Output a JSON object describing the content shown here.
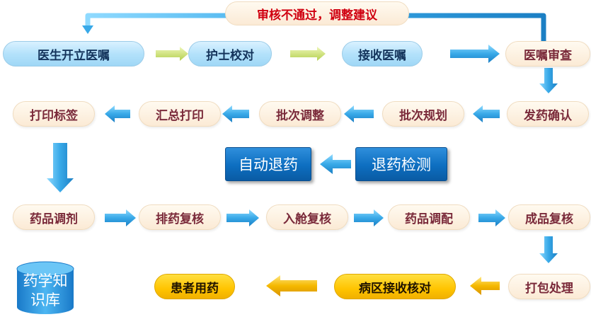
{
  "diagram": {
    "feedback_label": "审核不通过，调整建议",
    "row1": [
      {
        "id": "doctor-order",
        "label": "医生开立医嘱"
      },
      {
        "id": "nurse-check",
        "label": "护士校对"
      },
      {
        "id": "receive-order",
        "label": "接收医嘱"
      },
      {
        "id": "order-review",
        "label": "医嘱审查"
      }
    ],
    "row2": [
      {
        "id": "print-label",
        "label": "打印标签"
      },
      {
        "id": "summary-print",
        "label": "汇总打印"
      },
      {
        "id": "batch-adjust",
        "label": "批次调整"
      },
      {
        "id": "batch-plan",
        "label": "批次规划"
      },
      {
        "id": "dispense-confirm",
        "label": "发药确认"
      }
    ],
    "return_row": {
      "auto_return": "自动退药",
      "return_detect": "退药检测"
    },
    "row3": [
      {
        "id": "drug-dispensing",
        "label": "药品调剂"
      },
      {
        "id": "drug-sort-review",
        "label": "排药复核"
      },
      {
        "id": "bin-review",
        "label": "入舱复核"
      },
      {
        "id": "drug-compound",
        "label": "药品调配"
      },
      {
        "id": "product-review",
        "label": "成品复核"
      }
    ],
    "row4": {
      "knowledge_base": "药学知识库",
      "patient_use": "患者用药",
      "ward_receive": "病区接收核对",
      "package": "打包处理"
    },
    "colors": {
      "blue_arrow": "#38a9e8",
      "green_arrow": "#c8e070",
      "gold_arrow": "#f5b800",
      "feedback_text": "#d00010",
      "node_text": "#7a2a3a"
    }
  }
}
